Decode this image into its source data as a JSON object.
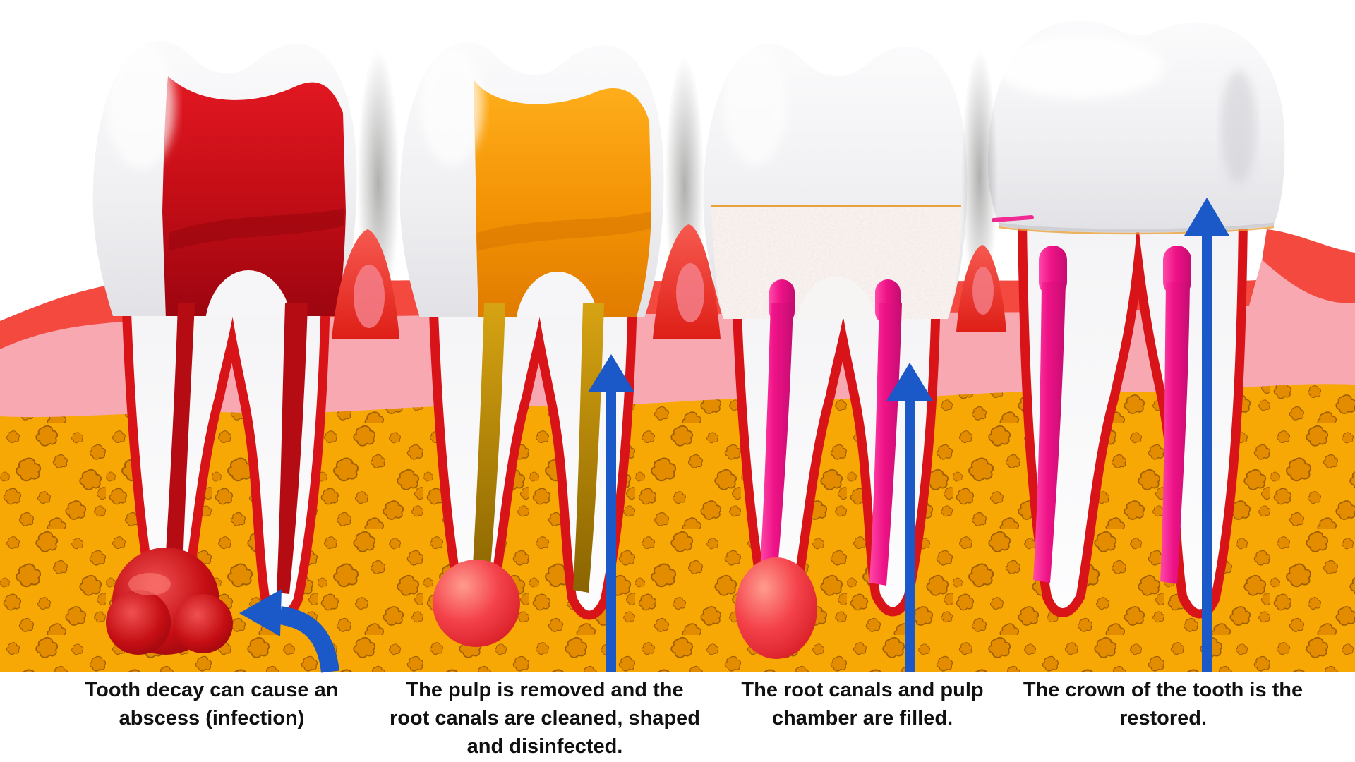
{
  "figure": {
    "title": "Root canal treatment stages illustration",
    "colors": {
      "arrow_blue": "#1B59C8",
      "bone_yellow": "#F7A503",
      "bone_spot": "#E38C00",
      "gum_red": "#F4493E",
      "gum_pink": "#F8A8B1",
      "enamel_white": "#F2F2F4",
      "infected_pulp_red": "#C00D15",
      "pulp_orange": "#F08C00",
      "canal_gold": "#C79202",
      "filling_white": "#F1E8E4",
      "filling_pink": "#EE1287",
      "apex_ball_red": "#F4434B",
      "text_black": "#101010"
    },
    "stages": [
      {
        "id": 1,
        "arrow": "curved-arrow-left",
        "caption": "Tooth decay can cause an abscess (infection)",
        "lines": [
          "Tooth decay can cause an",
          "abscess (infection)"
        ]
      },
      {
        "id": 2,
        "arrow": "arrow-up",
        "caption": "The pulp is removed and the root canals are cleaned, shaped and disinfected.",
        "lines": [
          "The pulp is removed and the",
          "root canals are cleaned, shaped",
          "and disinfected."
        ]
      },
      {
        "id": 3,
        "arrow": "arrow-up",
        "caption": "The root canals and pulp chamber are filled.",
        "lines": [
          "The root canals and pulp",
          "chamber are filled."
        ]
      },
      {
        "id": 4,
        "arrow": "arrow-up",
        "caption": "The crown of the tooth is the restored.",
        "lines": [
          "The crown of the tooth is the",
          "restored."
        ]
      }
    ]
  }
}
